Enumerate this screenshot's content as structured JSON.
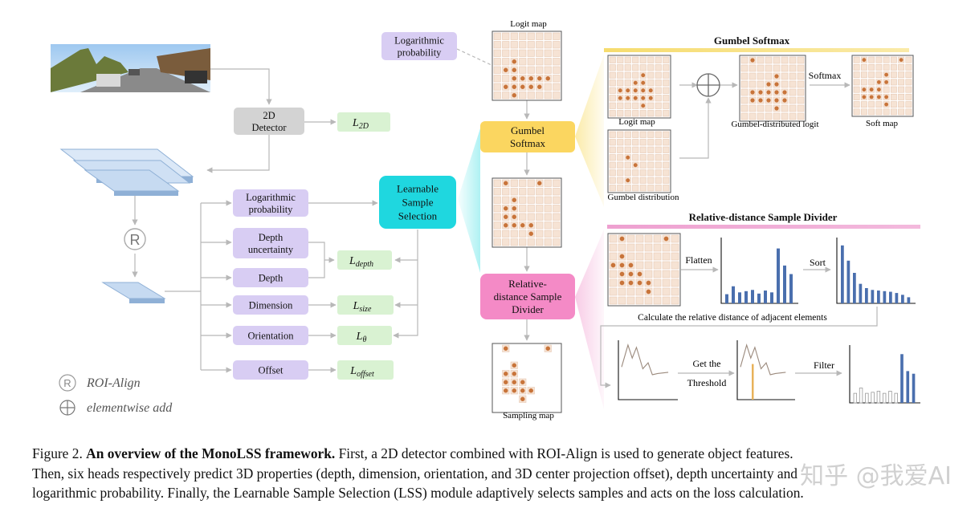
{
  "labels": {
    "detector": [
      "2D",
      "Detector"
    ],
    "l2d": [
      "L",
      "2D"
    ],
    "log_prob_head": [
      "Logarithmic",
      "probability"
    ],
    "depth_unc": [
      "Depth",
      "uncertainty"
    ],
    "depth": "Depth",
    "dimension": "Dimension",
    "orientation": "Orientation",
    "offset": "Offset",
    "ldepth": [
      "L",
      "depth"
    ],
    "lsize": [
      "L",
      "size"
    ],
    "ltheta": [
      "L",
      "θ"
    ],
    "loffset": [
      "L",
      "offset"
    ],
    "lss": [
      "Learnable",
      "Sample",
      "Selection"
    ],
    "log_prob_top": [
      "Logarithmic",
      "probability"
    ],
    "logit_map_top": "Logit map",
    "gumbel_softmax_box": [
      "Gumbel",
      "Softmax"
    ],
    "rdsd_box": [
      "Relative-",
      "distance Sample",
      "Divider"
    ],
    "sampling_map": "Sampling map",
    "gumbel_title": "Gumbel Softmax",
    "logit_map": "Logit map",
    "gumbel_dist": "Gumbel distribution",
    "gumbel_logit": "Gumbel-distributed logit",
    "softmax": "Softmax",
    "soft_map": "Soft map",
    "rdsd_title": "Relative-distance Sample Divider",
    "flatten": "Flatten",
    "sort": "Sort",
    "calc": "Calculate the relative distance of adjacent elements",
    "get_the": "Get the",
    "threshold": "Threshold",
    "filter": "Filter",
    "roi_symbol": "R",
    "roi_legend": "ROI-Align",
    "add_symbol": "⊕",
    "add_legend": "elementwise add"
  },
  "caption": {
    "fig_label": "Figure 2.",
    "bold": "An overview of the MonoLSS framework.",
    "line1_rest": "First, a 2D detector combined with ROI-Align is used to generate object features.",
    "line2": "Then, six heads respectively predict 3D properties (depth, dimension, orientation, and 3D center projection offset), depth uncertainty and",
    "line3": "logarithmic probability. Finally, the Learnable Sample Selection (LSS) module adaptively selects samples and acts on the loss calculation."
  },
  "watermark": "知乎 @我爱AI",
  "colors": {
    "gray_box": "#d3d3d3",
    "purple_box": "#d8cdf3",
    "green_box": "#d9f2d2",
    "cyan_box": "#1fd7df",
    "yellow_box": "#fbd660",
    "pink_box": "#f48ac6",
    "feature": "#a9c6e8",
    "dot": "#c8743a",
    "bar": "#4a6fae"
  }
}
